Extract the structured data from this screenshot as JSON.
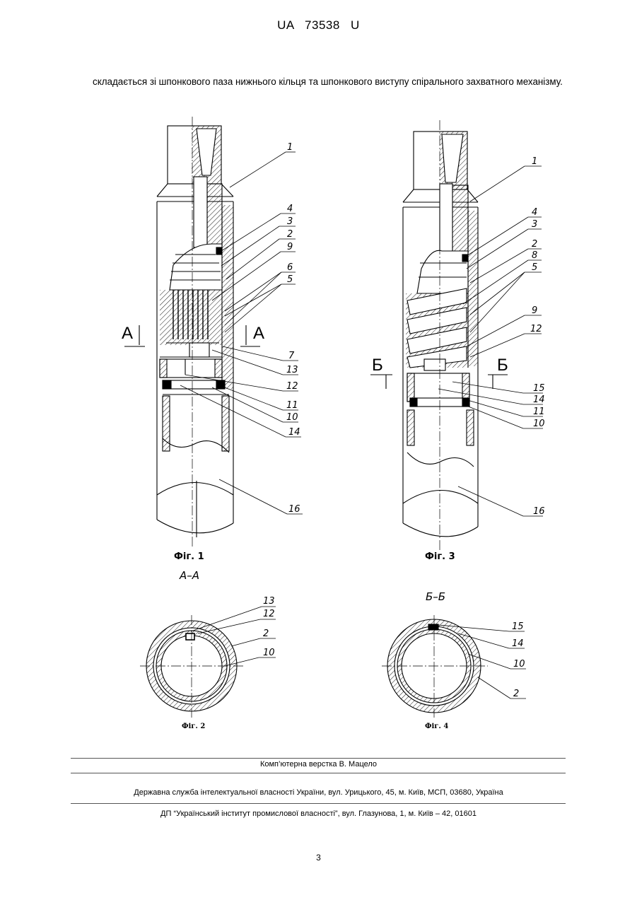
{
  "header": {
    "patent": "UA   73538   U"
  },
  "paragraph": "складається зі шпонкового паза нижнього кільця та шпонкового виступу спірального захватного механізму.",
  "figures": {
    "fig1": {
      "caption": "Фіг. 1",
      "section_mark": "А",
      "labels": [
        "1",
        "4",
        "3",
        "2",
        "9",
        "6",
        "5",
        "7",
        "13",
        "12",
        "11",
        "10",
        "14",
        "16"
      ]
    },
    "fig2": {
      "caption": "Фіг. 2",
      "section_title": "А–А",
      "labels": [
        "13",
        "12",
        "2",
        "10"
      ]
    },
    "fig3": {
      "caption": "Фіг. 3",
      "section_mark": "Б",
      "labels": [
        "1",
        "4",
        "3",
        "2",
        "8",
        "5",
        "9",
        "12",
        "15",
        "14",
        "11",
        "10",
        "16"
      ]
    },
    "fig4": {
      "caption": "Фіг. 4",
      "section_title": "Б–Б",
      "labels": [
        "15",
        "14",
        "10",
        "2"
      ]
    }
  },
  "footer": {
    "typeset": "Комп’ютерна верстка В. Мацело",
    "office": "Державна служба інтелектуальної власності України, вул. Урицького, 45, м. Київ, МСП, 03680, Україна",
    "institute": "ДП “Український інститут промислової власності”, вул. Глазунова, 1, м. Київ – 42, 01601"
  },
  "page_number": "3"
}
